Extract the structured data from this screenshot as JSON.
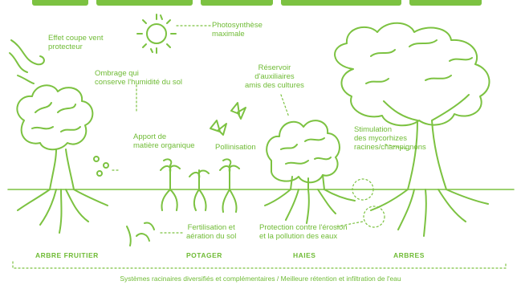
{
  "colors": {
    "line": "#7cc241",
    "text": "#6fbb35"
  },
  "annotations": {
    "wind": "Effet coupe vent\nprotecteur",
    "photosynthesis": "Photosynthèse\nmaximale",
    "shade": "Ombrage qui\nconserve l'humidité du sol",
    "auxiliaries": "Réservoir\nd'auxiliaires\namis des cultures",
    "organic": "Apport de\nmatière organique",
    "pollination": "Pollinisation",
    "mycorrhizae": "Stimulation\ndes mycorhizes\nracines/champignons",
    "fertilization": "Fertilisation et\naération du sol",
    "erosion": "Protection contre l'érosion\net la pollution des eaux"
  },
  "captions": {
    "fruit_tree": "ARBRE FRUITIER",
    "garden": "POTAGER",
    "hedges": "HAIES",
    "trees": "ARBRES"
  },
  "footer": "Systèmes racinaires diversifiés et complémentaires / Meilleure rétention et infiltration de l'eau"
}
